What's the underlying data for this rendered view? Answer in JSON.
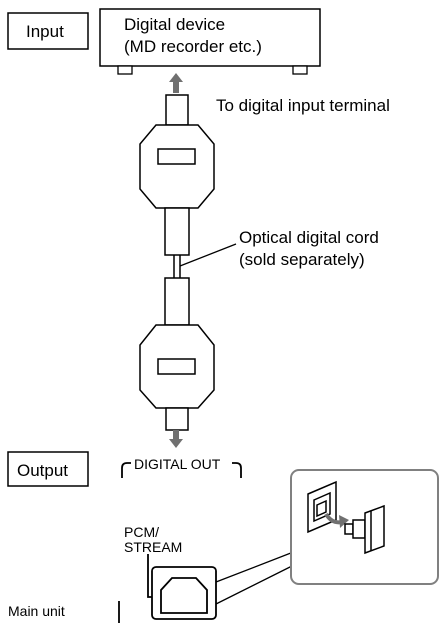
{
  "labels": {
    "input": "Input",
    "device_line1": "Digital device",
    "device_line2": "(MD recorder etc.)",
    "to_terminal": "To digital input terminal",
    "cord_line1": "Optical digital cord",
    "cord_line2": "(sold separately)",
    "output": "Output",
    "digital_out": "DIGITAL OUT",
    "pcm_line1": "PCM/",
    "pcm_line2": "STREAM",
    "main_unit": "Main unit"
  },
  "colors": {
    "line": "#000000",
    "arrow": "#707070",
    "inset_border": "#808080",
    "fill": "#ffffff"
  }
}
